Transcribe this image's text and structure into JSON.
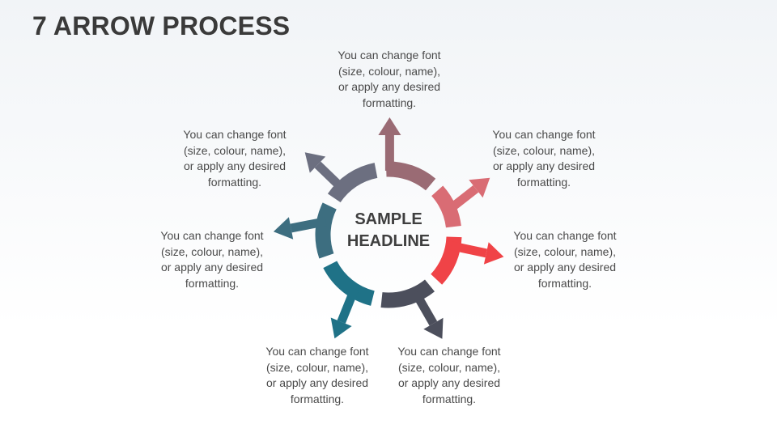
{
  "title": "7 ARROW PROCESS",
  "center": {
    "line1": "SAMPLE",
    "line2": "HEADLINE"
  },
  "segments": [
    {
      "color": "#9a6b74",
      "text": [
        "You can change font",
        "(size, colour, name),",
        "or apply any desired",
        "formatting."
      ]
    },
    {
      "color": "#d96c74",
      "text": [
        "You can change font",
        "(size, colour, name),",
        "or apply any desired",
        "formatting."
      ]
    },
    {
      "color": "#f04347",
      "text": [
        "You can change font",
        "(size, colour, name),",
        "or apply any desired",
        "formatting."
      ]
    },
    {
      "color": "#4c4f5c",
      "text": [
        "You can change font",
        "(size, colour, name),",
        "or apply any desired",
        "formatting."
      ]
    },
    {
      "color": "#1f7287",
      "text": [
        "You can change font",
        "(size, colour, name),",
        "or apply any desired",
        "formatting."
      ]
    },
    {
      "color": "#3d6e80",
      "text": [
        "You can change font",
        "(size, colour, name),",
        "or apply any desired",
        "formatting."
      ]
    },
    {
      "color": "#6c6f80",
      "text": [
        "You can change font",
        "(size, colour, name),",
        "or apply any desired",
        "formatting."
      ]
    }
  ]
}
